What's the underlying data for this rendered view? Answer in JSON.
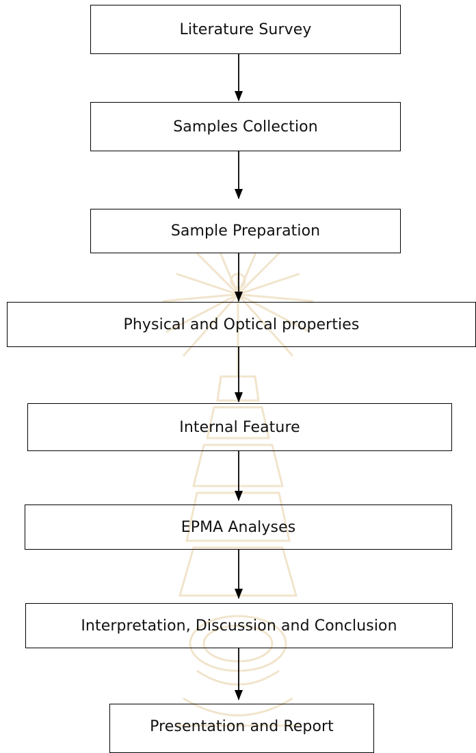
{
  "flowchart": {
    "steps": [
      {
        "label": "Literature Survey"
      },
      {
        "label": "Samples Collection"
      },
      {
        "label": "Sample Preparation"
      },
      {
        "label": "Physical and Optical properties"
      },
      {
        "label": "Internal Feature"
      },
      {
        "label": "EPMA Analyses"
      },
      {
        "label": "Interpretation, Discussion and Conclusion"
      },
      {
        "label": "Presentation and Report"
      }
    ]
  },
  "colors": {
    "line": "#000000",
    "text": "#111111",
    "background": "#ffffff",
    "watermark": "#e0c89c"
  },
  "icons": {
    "watermark": "university-emblem-watermark-icon",
    "arrow": "down-arrow-icon"
  }
}
